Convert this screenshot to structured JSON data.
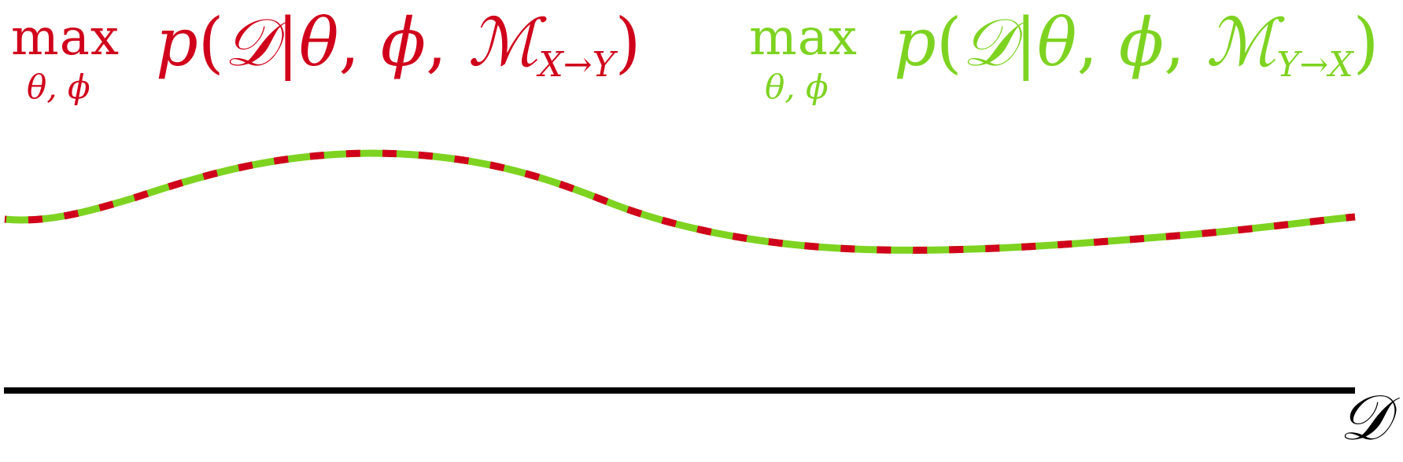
{
  "colors": {
    "red": "#d0021b",
    "green": "#7ed321",
    "axis": "#000000"
  },
  "formula_left": {
    "operator": "max",
    "subscript": "θ, ϕ",
    "p": "p",
    "open_paren": "(",
    "data_symbol": "𝒟",
    "bar": "|",
    "theta": "θ",
    "comma1": ", ",
    "phi": "ϕ",
    "comma2": ", ",
    "model_symbol": "ℳ",
    "model_subscript": "X→Y",
    "close_paren": ")"
  },
  "formula_right": {
    "operator": "max",
    "subscript": "θ, ϕ",
    "p": "p",
    "open_paren": "(",
    "data_symbol": "𝒟",
    "bar": "|",
    "theta": "θ",
    "comma1": ", ",
    "phi": "ϕ",
    "comma2": ", ",
    "model_symbol": "ℳ",
    "model_subscript": "Y→X",
    "close_paren": ")"
  },
  "axis_label": "𝒟"
}
